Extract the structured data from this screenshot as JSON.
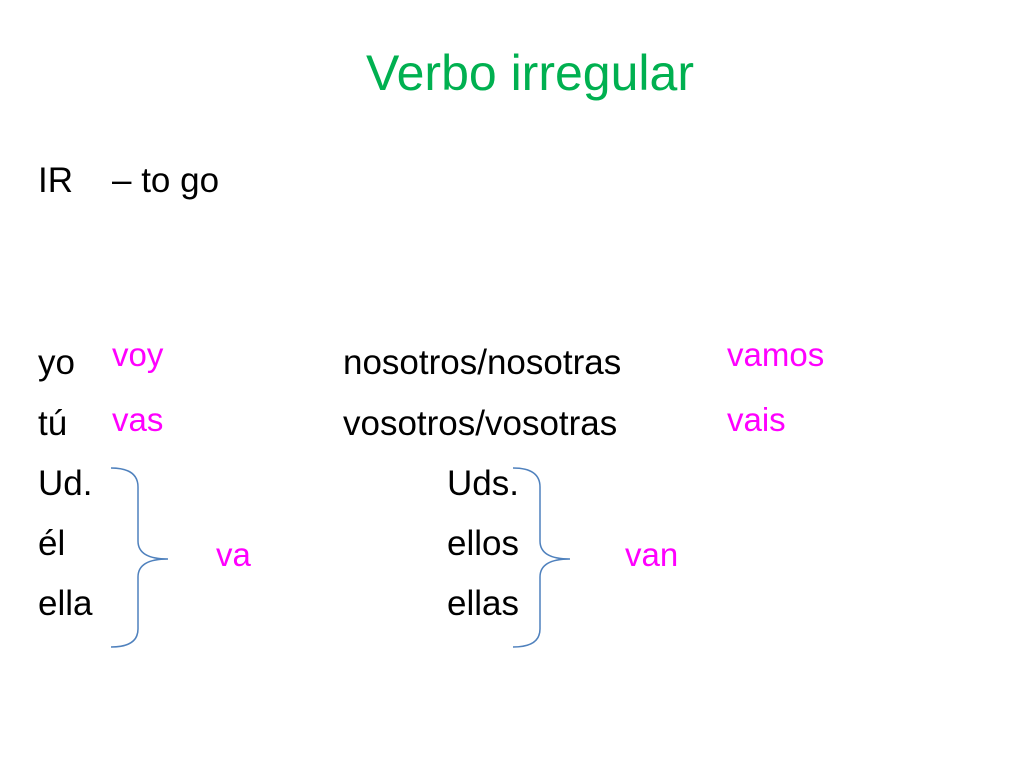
{
  "title": "Verbo irregular",
  "verb": {
    "infinitive": "IR",
    "meaning": "– to go"
  },
  "singular": {
    "yo": {
      "pronoun": "yo",
      "form": "voy"
    },
    "tu": {
      "pronoun": "tú",
      "form": "vas"
    },
    "group": {
      "pronouns": [
        "Ud.",
        "él",
        "ella"
      ],
      "form": "va"
    }
  },
  "plural": {
    "nosotros": {
      "pronoun": "nosotros/nosotras",
      "form": "vamos"
    },
    "vosotros": {
      "pronoun": "vosotros/vosotras",
      "form": "vais"
    },
    "group": {
      "pronouns": [
        "Uds.",
        "ellos",
        "ellas"
      ],
      "form": "van"
    }
  },
  "colors": {
    "title": "#00b050",
    "conjugation": "#ff00ff",
    "text": "#000000",
    "bracket": "#4f81bd"
  }
}
